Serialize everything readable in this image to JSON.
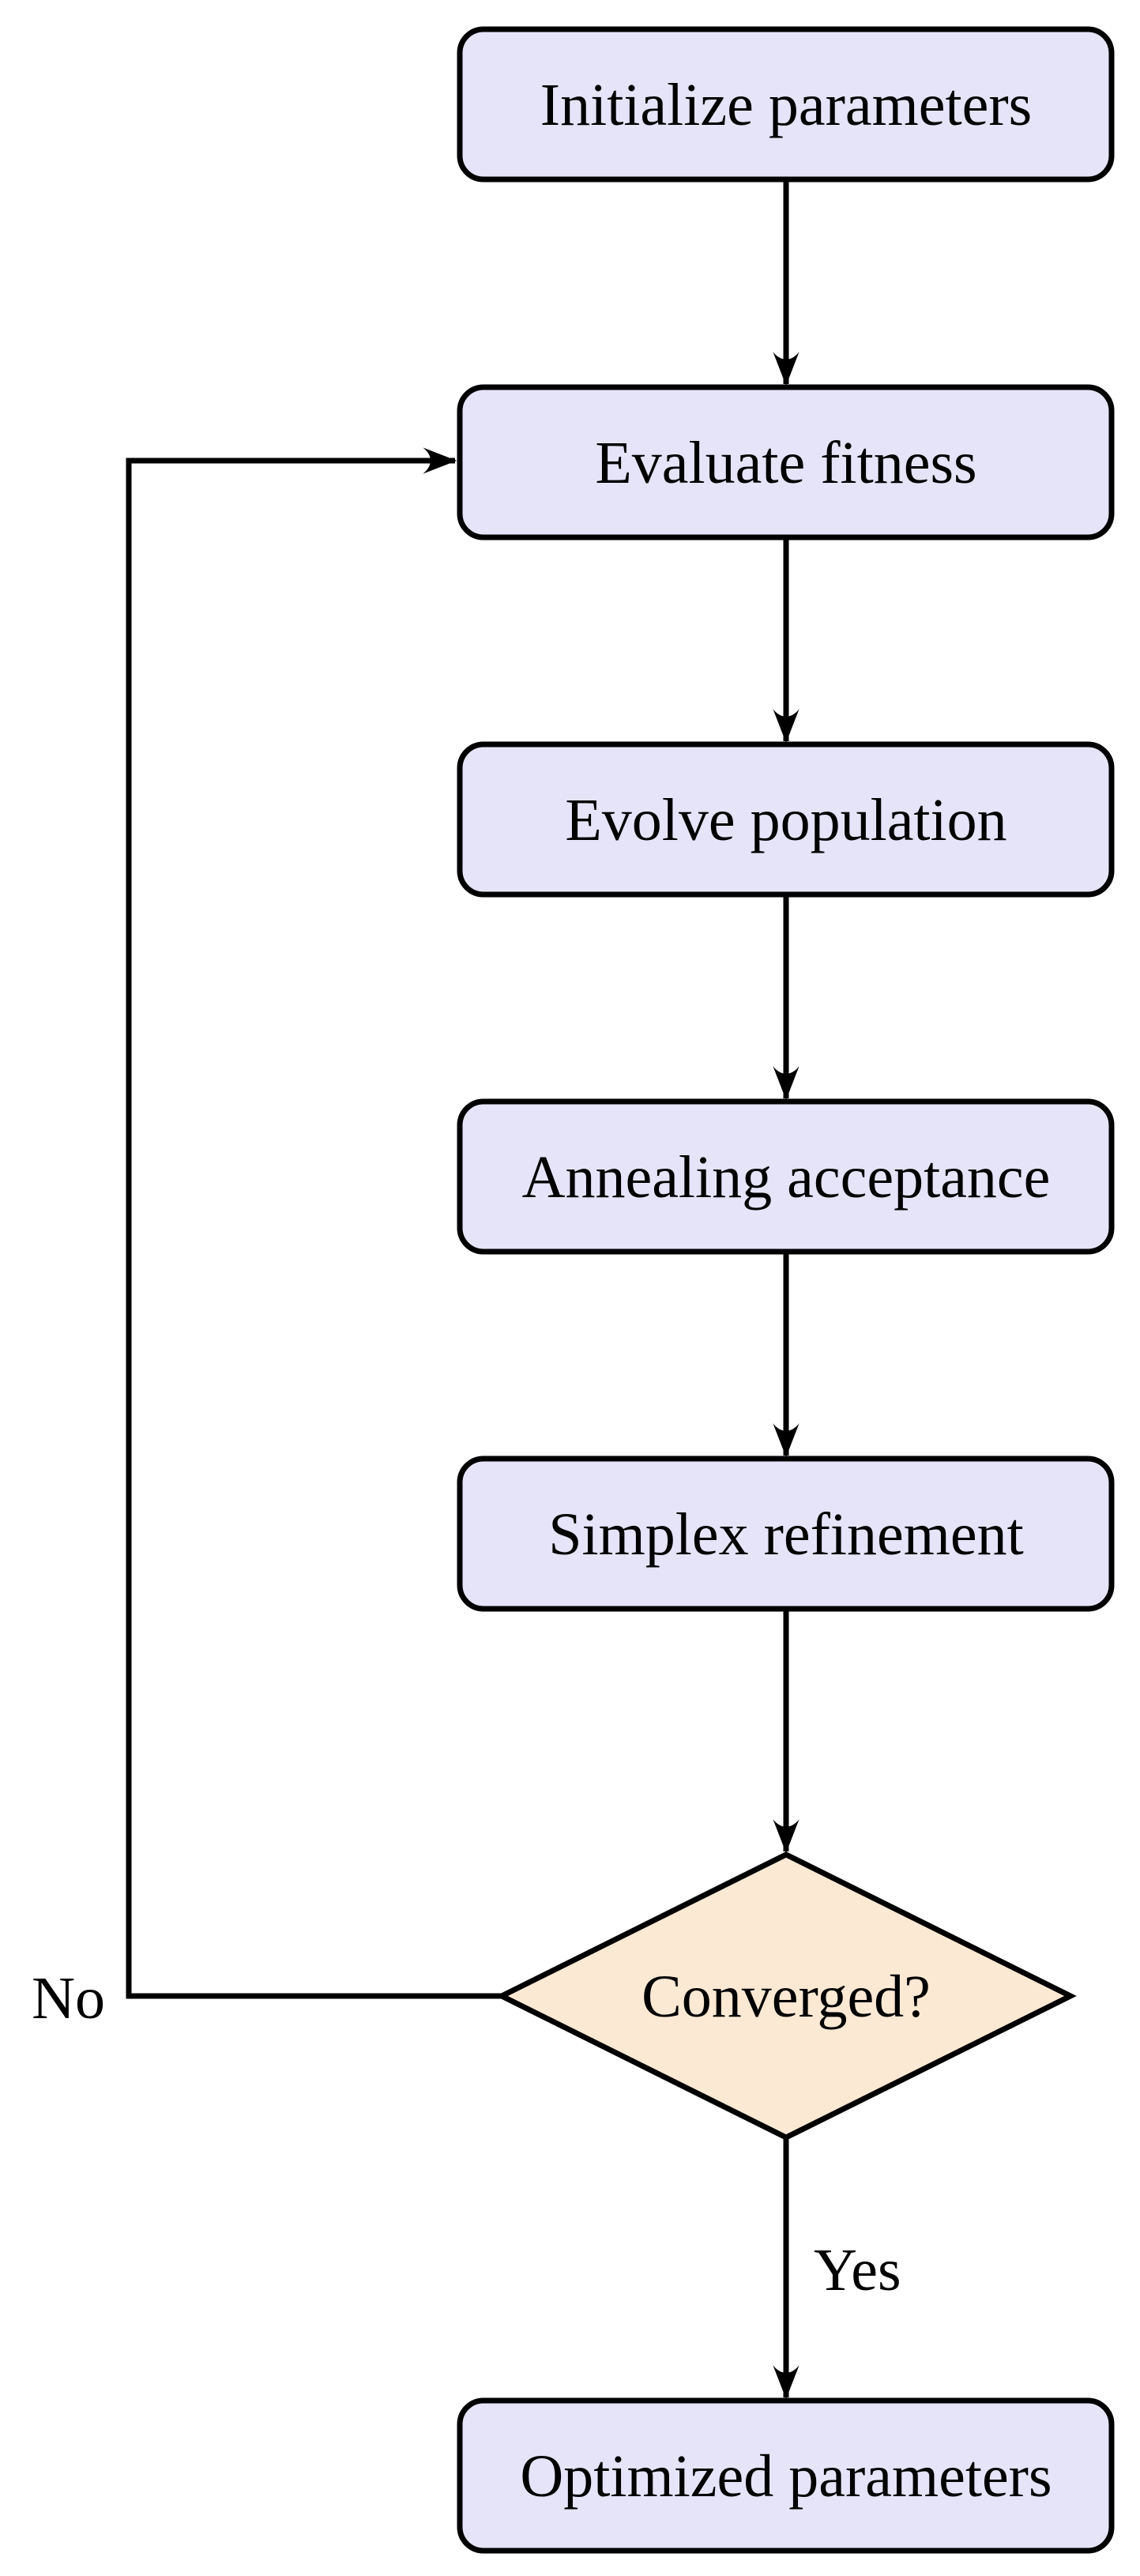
{
  "diagram": {
    "type": "flowchart",
    "background": "#FFFFFF",
    "colors": {
      "process_fill": "#E5E4F8",
      "decision_fill": "#FCE9D4",
      "stroke": "#000000",
      "text": "#000000"
    },
    "nodes": [
      {
        "id": "initialize",
        "shape": "rounded-rectangle",
        "label": "Initialize parameters"
      },
      {
        "id": "evaluate",
        "shape": "rounded-rectangle",
        "label": "Evaluate fitness"
      },
      {
        "id": "evolve",
        "shape": "rounded-rectangle",
        "label": "Evolve population"
      },
      {
        "id": "annealing",
        "shape": "rounded-rectangle",
        "label": "Annealing acceptance"
      },
      {
        "id": "simplex",
        "shape": "rounded-rectangle",
        "label": "Simplex refinement"
      },
      {
        "id": "converged",
        "shape": "diamond",
        "label": "Converged?"
      },
      {
        "id": "optimized",
        "shape": "rounded-rectangle",
        "label": "Optimized parameters"
      }
    ],
    "edges": [
      {
        "from": "initialize",
        "to": "evaluate",
        "label": ""
      },
      {
        "from": "evaluate",
        "to": "evolve",
        "label": ""
      },
      {
        "from": "evolve",
        "to": "annealing",
        "label": ""
      },
      {
        "from": "annealing",
        "to": "simplex",
        "label": ""
      },
      {
        "from": "simplex",
        "to": "converged",
        "label": ""
      },
      {
        "from": "converged",
        "to": "optimized",
        "label": "Yes"
      },
      {
        "from": "converged",
        "to": "evaluate",
        "label": "No"
      }
    ]
  }
}
